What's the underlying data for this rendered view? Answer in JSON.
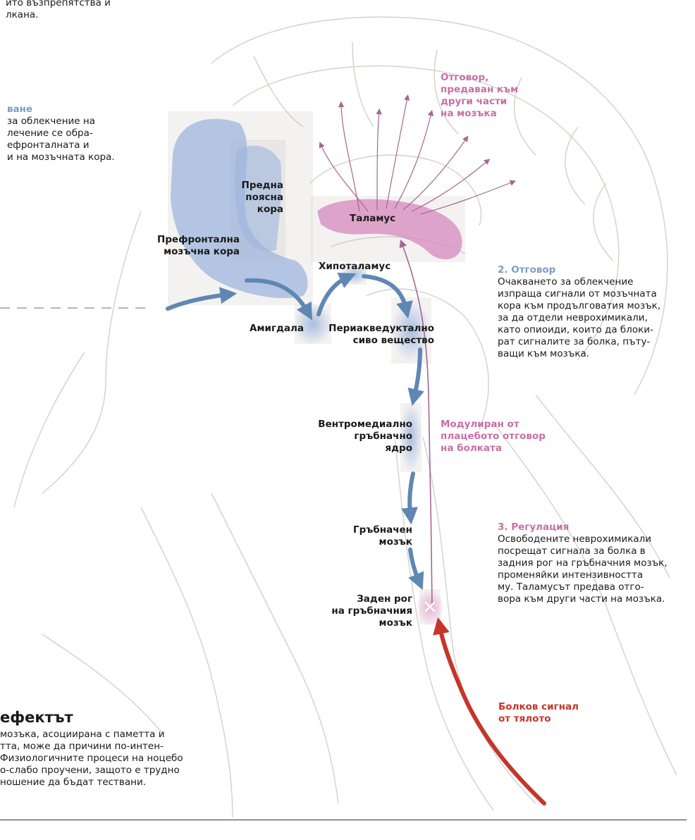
{
  "top_left_note": [
    "йто възпрепятства и",
    "лкана."
  ],
  "expectation": {
    "heading": "ване",
    "lines": [
      "за облекчение на",
      " лечение се обра-",
      "ефронталната и",
      "и на мозъчната кора."
    ]
  },
  "labels": {
    "anterior_cingulate": [
      "Предна",
      "поясна",
      "кора"
    ],
    "prefrontal": [
      "Префронтална",
      "мозъчна кора"
    ],
    "thalamus": "Таламус",
    "hypothalamus": "Хипоталамус",
    "amygdala": "Амигдала",
    "periaqueductal": [
      "Периакведуктално",
      "сиво вещество"
    ],
    "ventromedial": [
      "Вентромедиално",
      "гръбначно",
      "ядро"
    ],
    "spinal_cord": [
      "Гръбначен",
      "мозък"
    ],
    "dorsal_horn": [
      "Заден рог",
      "на гръбначния",
      "мозък"
    ]
  },
  "annotations": {
    "response_sent": [
      "Отговор,",
      "предаван към",
      "други части",
      "на мозъка"
    ],
    "modulated": [
      "Модулиран от",
      "плацебото отговор",
      "на болката"
    ],
    "pain_signal": [
      "Болков сигнал",
      "от тялото"
    ]
  },
  "response": {
    "heading": "2. Отговор",
    "lines": [
      "Очакването за облекчение",
      "изпраща сигнали от мозъчната",
      "кора към продълговатия мозък,",
      "за да отдели неврохимикали,",
      "като опиоиди, които да блоки-",
      "рат сигналите за болка, пъту-",
      "ващи към мозъка."
    ]
  },
  "regulation": {
    "heading": "3. Регулация",
    "lines": [
      "Освободените неврохимикали",
      "посрещат сигнала за болка в",
      "задния рог на гръбначния мозък,",
      "променяйки интензивността",
      "му. Таламусът предава отго-",
      "вора към други части на мозъка."
    ]
  },
  "nocebo": {
    "heading": "ефектът",
    "lines": [
      " мозъка, асоциирана с паметта и",
      "тта, може да причини по-интен-",
      " Физиологичните процеси на ноцебо",
      "о-слабо проучени, защото е трудно",
      "ношение да бъдат тествани."
    ]
  },
  "colors": {
    "blue_arrow": "#5f87b3",
    "pink": "#c86fa6",
    "red": "#c5352b",
    "blue_region": "#9db5dc",
    "pink_region": "#d88ec0",
    "sketch": "#c9c6c2"
  }
}
